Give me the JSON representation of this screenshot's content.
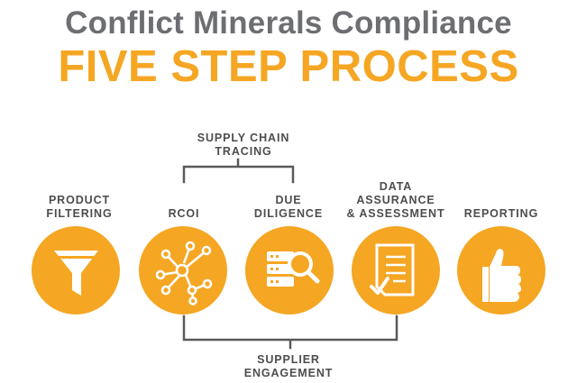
{
  "title": {
    "line1": "Conflict Minerals Compliance",
    "line2": "FIVE STEP PROCESS"
  },
  "steps": [
    {
      "label": "PRODUCT\nFILTERING",
      "icon": "funnel-icon"
    },
    {
      "label": "RCOI",
      "icon": "network-nodes-icon"
    },
    {
      "label": "DUE\nDILIGENCE",
      "icon": "database-search-icon"
    },
    {
      "label": "DATA\nASSURANCE\n& ASSESSMENT",
      "icon": "checklist-document-icon"
    },
    {
      "label": "REPORTING",
      "icon": "thumbs-up-icon"
    }
  ],
  "groups": {
    "supply_chain": "SUPPLY CHAIN\nTRACING",
    "supplier_engagement": "SUPPLIER\nENGAGEMENT"
  },
  "colors": {
    "accent": "#f5a623",
    "text_gray": "#6d6e71",
    "label_gray": "#4d4d4f",
    "line": "#595a5c"
  }
}
